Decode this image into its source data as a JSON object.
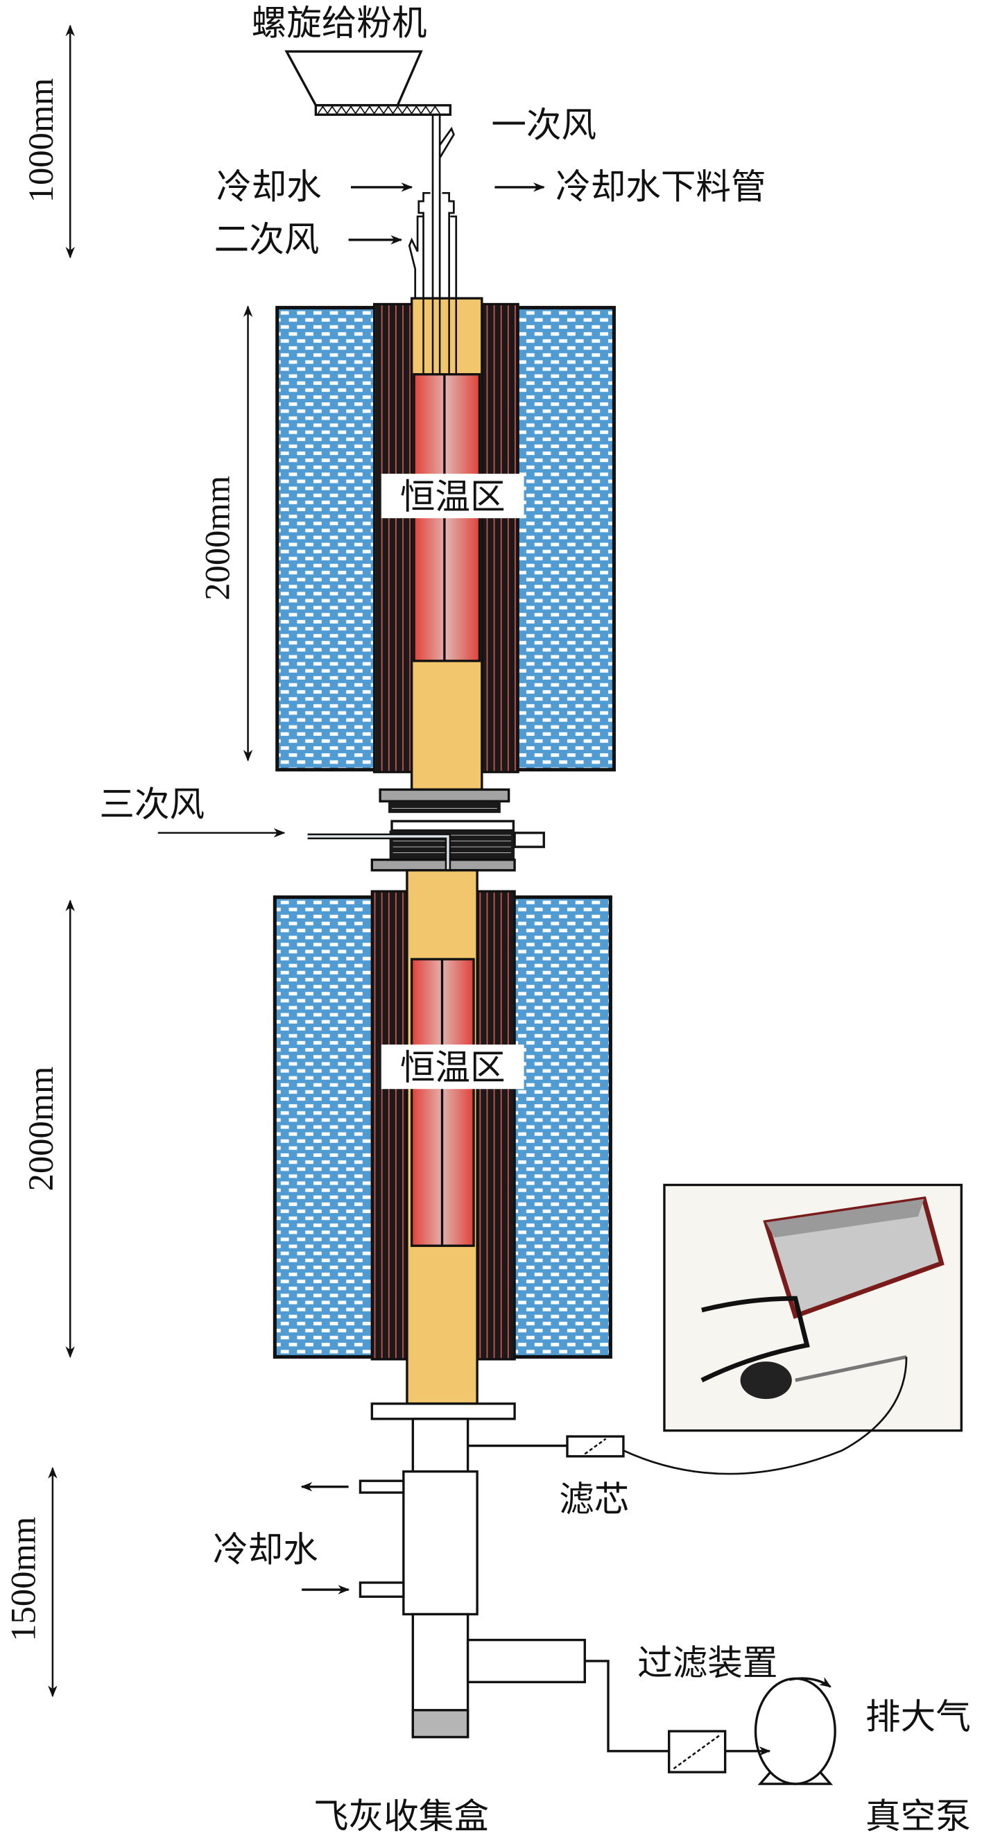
{
  "labels": {
    "screw_feeder": "螺旋给粉机",
    "primary_air": "一次风",
    "cooling_water_in": "冷却水",
    "cooling_feed_pipe": "冷却水下料管",
    "secondary_air": "二次风",
    "constant_temp_zone_upper": "恒温区",
    "tertiary_air": "三次风",
    "constant_temp_zone_lower": "恒温区",
    "filter_cartridge": "滤芯",
    "cooling_water_bottom": "冷却水",
    "filter_device": "过滤装置",
    "exhaust_atmosphere": "排大气",
    "vacuum_pump": "真空泵",
    "fly_ash_box": "飞灰收集盒"
  },
  "dimensions": {
    "top": "1000mm",
    "upper_furnace": "2000mm",
    "lower_furnace": "2000mm",
    "cooler": "1500mm"
  },
  "colors": {
    "insulation": "#4f9bd2",
    "tube": "#f2c66d",
    "hot_zone": "#e0423a",
    "flange": "#a3a3a3",
    "ash": "#b5b5b5"
  }
}
